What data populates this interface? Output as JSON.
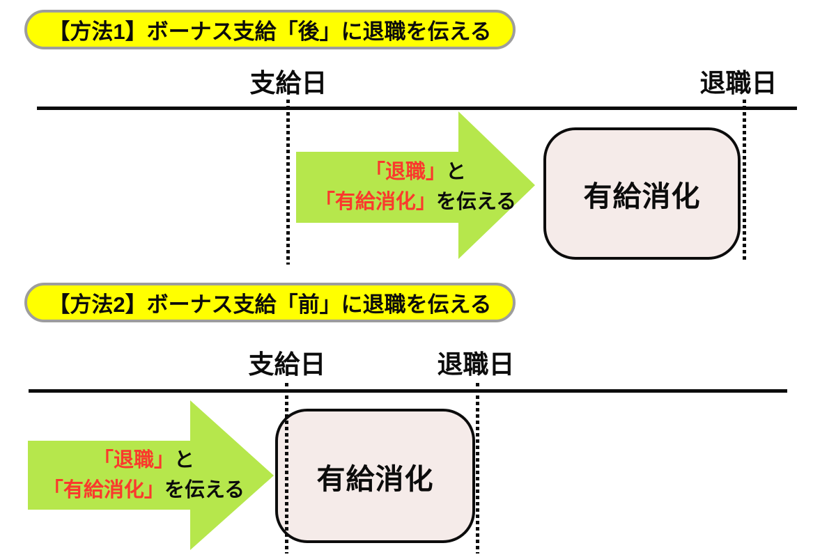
{
  "palette": {
    "badge_fill": "#ffff00",
    "badge_border": "#9d9d9d",
    "arrow_green": "#b6e74c",
    "highlight_red": "#fa392d",
    "box_fill": "#f5ebe9",
    "ink": "#0c0c0c"
  },
  "sections": [
    {
      "badge": "【方法1】ボーナス支給「後」に退職を伝える",
      "timeline": {
        "payment_label": "支給日",
        "resignation_label": "退職日"
      },
      "arrow_text": {
        "r1": "「退職」",
        "b1": "と",
        "r2": "「有給消化」",
        "b2": "を伝える"
      },
      "box_label": "有給消化"
    },
    {
      "badge": "【方法2】ボーナス支給「前」に退職を伝える",
      "timeline": {
        "payment_label": "支給日",
        "resignation_label": "退職日"
      },
      "arrow_text": {
        "r1": "「退職」",
        "b1": "と",
        "r2": "「有給消化」",
        "b2": "を伝える"
      },
      "box_label": "有給消化"
    }
  ]
}
